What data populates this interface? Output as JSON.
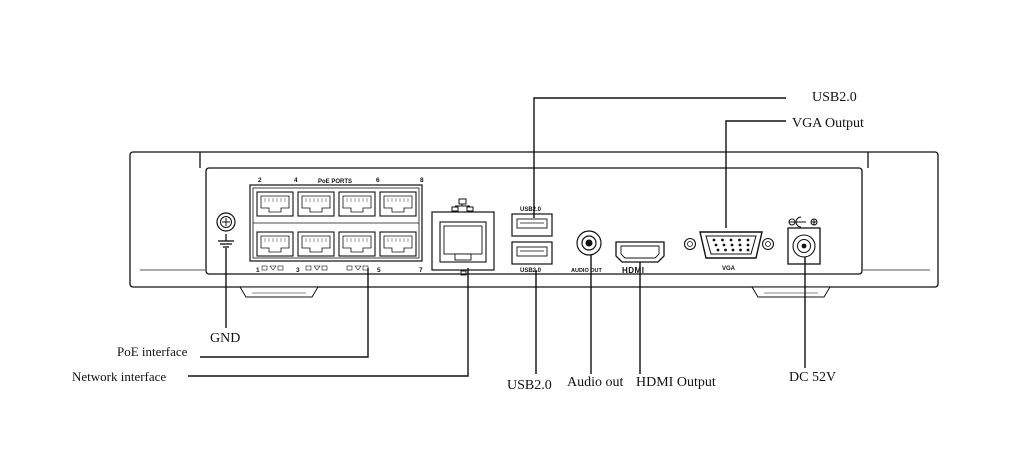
{
  "callouts": {
    "usb_top": "USB2.0",
    "vga_output": "VGA Output",
    "gnd": "GND",
    "poe_interface": "PoE interface",
    "network_interface": "Network interface",
    "usb_bottom": "USB2.0",
    "audio_out": "Audio out",
    "hdmi_output": "HDMI Output",
    "dc_power": "DC 52V"
  },
  "panel_marks": {
    "poe_ports": "PoE PORTS",
    "port_top_numbers": [
      "2",
      "4",
      "6",
      "8"
    ],
    "port_bottom_numbers": [
      "1",
      "3",
      "5",
      "7"
    ],
    "usb_upper": "USB2.0",
    "usb_lower": "USB2.0",
    "audio": "AUDIO OUT",
    "hdmi": "HDMI",
    "vga": "VGA"
  },
  "colors": {
    "line": "#111111",
    "body": "#ffffff",
    "shade": "#9a9a9a"
  }
}
